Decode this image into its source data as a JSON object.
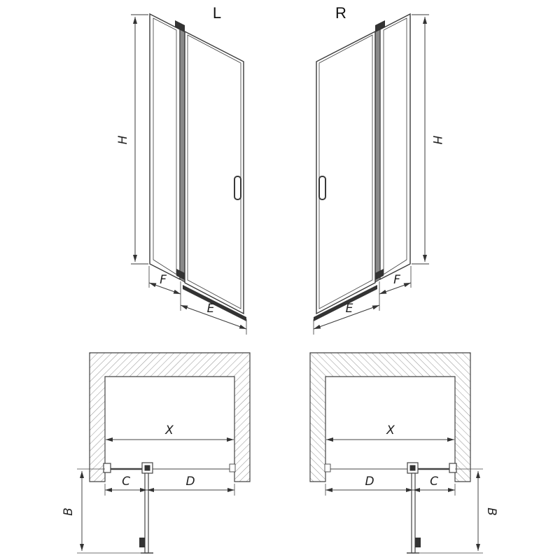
{
  "drawing": {
    "variants": {
      "left": "L",
      "right": "R"
    },
    "dimension_labels": {
      "overall_height": "H",
      "fixed_panel_width": "F",
      "door_panel_width": "E",
      "niche_width": "X",
      "fixed_segment_width": "C",
      "door_opening_width": "D",
      "door_projection_depth": "B"
    },
    "colors": {
      "line": "#3a3a3a",
      "hatch": "#9a9a9a",
      "fill_dark": "#333333",
      "background": "#ffffff"
    }
  }
}
